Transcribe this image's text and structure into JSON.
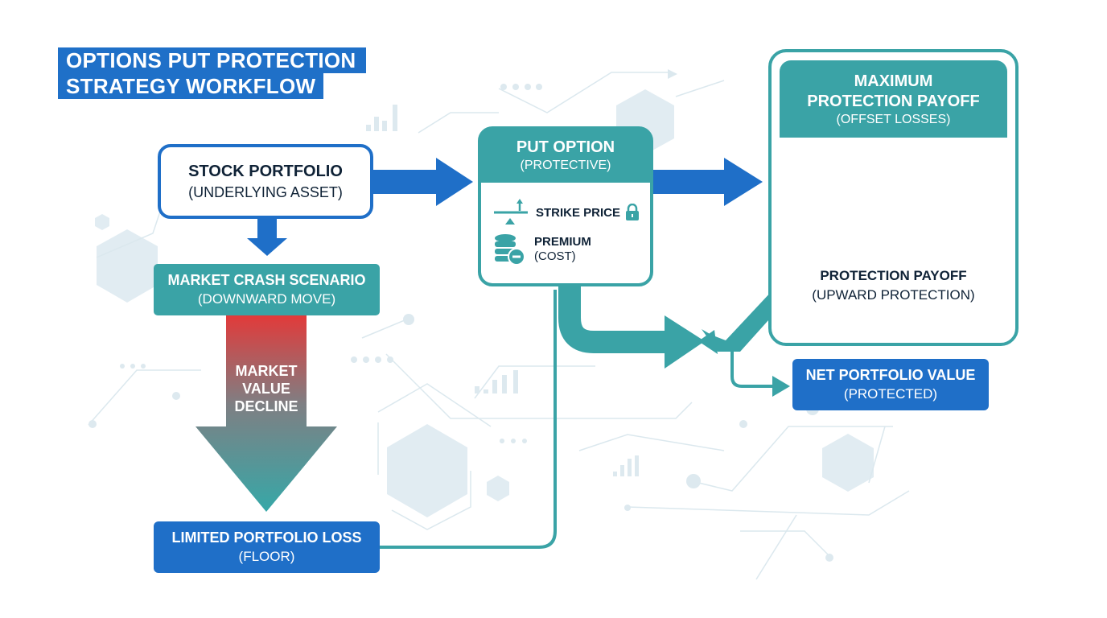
{
  "title": {
    "line1": "OPTIONS PUT PROTECTION",
    "line2": "STRATEGY WORKFLOW"
  },
  "colors": {
    "blue": "#1f6fc8",
    "teal": "#3aa3a6",
    "red": "#e03a3a",
    "dark_text": "#0f2236",
    "decor": "#dbe9ef"
  },
  "nodes": {
    "stock_portfolio": {
      "title": "STOCK PORTFOLIO",
      "subtitle": "(UNDERLYING ASSET)"
    },
    "market_crash": {
      "title": "MARKET CRASH SCENARIO",
      "subtitle": "(DOWNWARD MOVE)"
    },
    "market_decline": {
      "line1": "MARKET",
      "line2": "VALUE",
      "line3": "DECLINE"
    },
    "limited_loss": {
      "title": "LIMITED PORTFOLIO LOSS",
      "subtitle": "(FLOOR)"
    },
    "put_option": {
      "title": "PUT OPTION",
      "subtitle": "(PROTECTIVE)",
      "items": [
        {
          "icon": "balance-scale-icon",
          "label": "STRIKE PRICE",
          "trailing_icon": "lock-icon"
        },
        {
          "icon": "coins-minus-icon",
          "label": "PREMIUM",
          "sublabel": "(COST)"
        }
      ]
    },
    "max_payoff": {
      "title_line1": "MAXIMUM",
      "title_line2": "PROTECTION PAYOFF",
      "subtitle": "(OFFSET LOSSES)",
      "inner_title": "PROTECTION PAYOFF",
      "inner_subtitle": "(UPWARD PROTECTION)"
    },
    "net_value": {
      "title": "NET PORTFOLIO VALUE",
      "subtitle": "(PROTECTED)"
    }
  },
  "edges": [
    {
      "from": "stock_portfolio",
      "to": "put_option"
    },
    {
      "from": "stock_portfolio",
      "to": "market_crash"
    },
    {
      "from": "market_crash",
      "to": "limited_loss",
      "label": "market_decline"
    },
    {
      "from": "put_option",
      "to": "max_payoff"
    },
    {
      "from": "put_option",
      "to": "max_payoff",
      "via": "protection_payoff_arrow"
    },
    {
      "from": "limited_loss",
      "to": "put_option"
    },
    {
      "from": "protection_payoff_arrow",
      "to": "net_value"
    }
  ]
}
